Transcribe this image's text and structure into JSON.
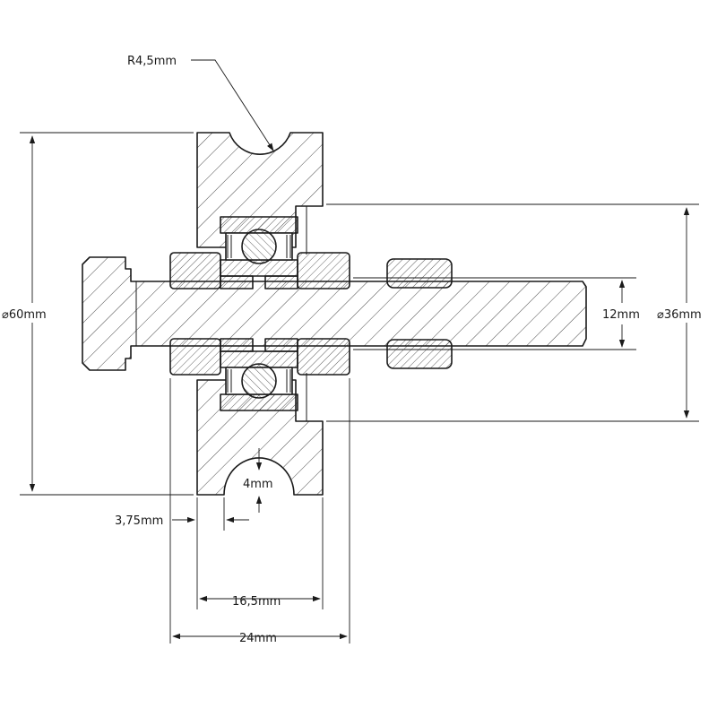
{
  "dimensions": {
    "groove_radius": "R4,5mm",
    "outer_diameter": "⌀60mm",
    "bearing_diameter": "⌀36mm",
    "shaft_height": "12mm",
    "groove_depth": "4mm",
    "wall_offset": "3,75mm",
    "wheel_width": "16,5mm",
    "overall_width": "24mm"
  }
}
